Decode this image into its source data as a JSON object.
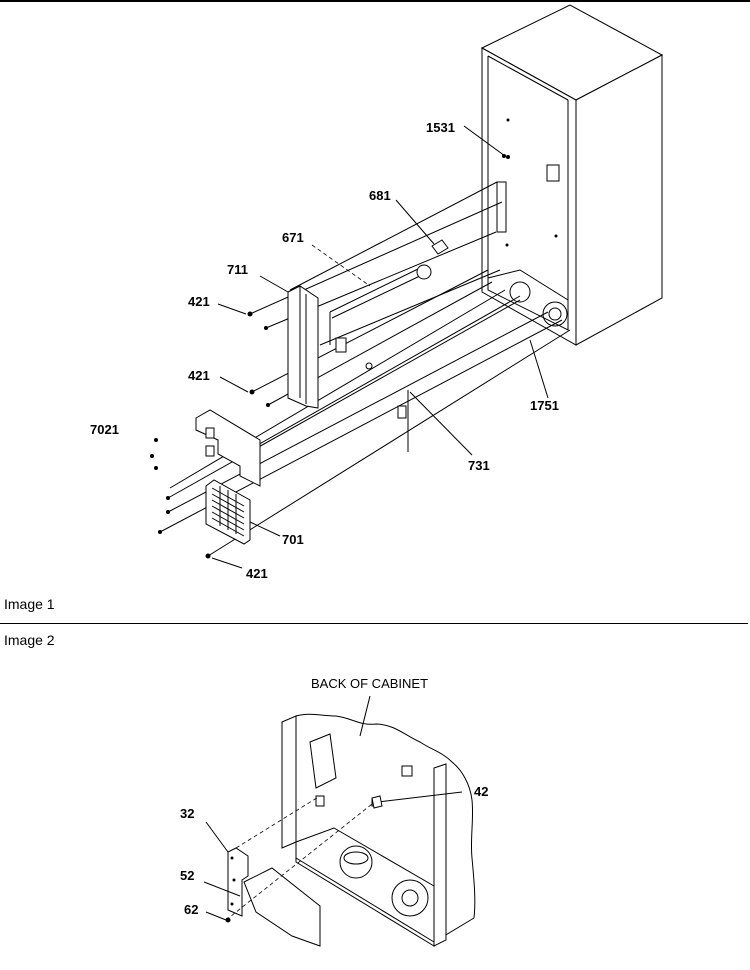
{
  "figure1": {
    "caption": "Image 1",
    "callouts": {
      "c1531": "1531",
      "c681": "681",
      "c671": "671",
      "c711": "711",
      "c421a": "421",
      "c421b": "421",
      "c7021": "7021",
      "c1751": "1751",
      "c731": "731",
      "c701": "701",
      "c421c": "421"
    }
  },
  "figure2": {
    "caption": "Image 2",
    "heading": "BACK OF CABINET",
    "callouts": {
      "c42": "42",
      "c32": "32",
      "c52": "52",
      "c62": "62"
    }
  }
}
